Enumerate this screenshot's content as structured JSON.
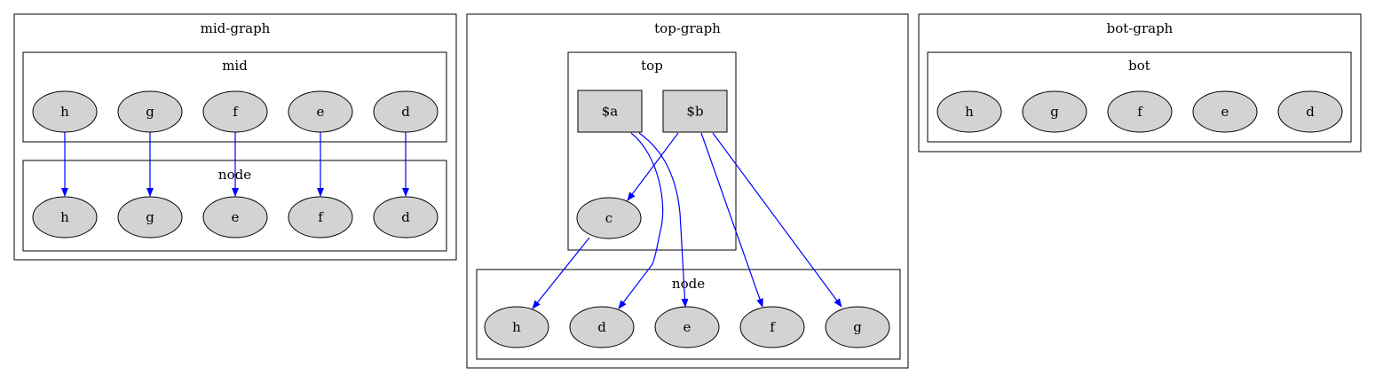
{
  "colors": {
    "node_fill": "#d3d3d3",
    "edge": "#0000ff",
    "border": "#000000",
    "background": "#ffffff"
  },
  "graphs": [
    {
      "id": "mid",
      "label": "mid-graph",
      "subgraphs": [
        {
          "id": "mid-inner",
          "label": "mid",
          "nodes": [
            {
              "id": "mid_h",
              "label": "h",
              "shape": "ellipse"
            },
            {
              "id": "mid_g",
              "label": "g",
              "shape": "ellipse"
            },
            {
              "id": "mid_f",
              "label": "f",
              "shape": "ellipse"
            },
            {
              "id": "mid_e",
              "label": "e",
              "shape": "ellipse"
            },
            {
              "id": "mid_d",
              "label": "d",
              "shape": "ellipse"
            }
          ]
        },
        {
          "id": "mid-node",
          "label": "node",
          "nodes": [
            {
              "id": "midn_h",
              "label": "h",
              "shape": "ellipse"
            },
            {
              "id": "midn_g",
              "label": "g",
              "shape": "ellipse"
            },
            {
              "id": "midn_e",
              "label": "e",
              "shape": "ellipse"
            },
            {
              "id": "midn_f",
              "label": "f",
              "shape": "ellipse"
            },
            {
              "id": "midn_d",
              "label": "d",
              "shape": "ellipse"
            }
          ]
        }
      ],
      "edges": [
        {
          "from": "mid_h",
          "to": "midn_h"
        },
        {
          "from": "mid_g",
          "to": "midn_g"
        },
        {
          "from": "mid_f",
          "to": "midn_e"
        },
        {
          "from": "mid_e",
          "to": "midn_f"
        },
        {
          "from": "mid_d",
          "to": "midn_d"
        }
      ]
    },
    {
      "id": "top",
      "label": "top-graph",
      "subgraphs": [
        {
          "id": "top-inner",
          "label": "top",
          "nodes": [
            {
              "id": "top_a",
              "label": "$a",
              "shape": "box"
            },
            {
              "id": "top_b",
              "label": "$b",
              "shape": "box"
            },
            {
              "id": "top_c",
              "label": "c",
              "shape": "ellipse"
            }
          ]
        },
        {
          "id": "top-node",
          "label": "node",
          "nodes": [
            {
              "id": "topn_h",
              "label": "h",
              "shape": "ellipse"
            },
            {
              "id": "topn_d",
              "label": "d",
              "shape": "ellipse"
            },
            {
              "id": "topn_e",
              "label": "e",
              "shape": "ellipse"
            },
            {
              "id": "topn_f",
              "label": "f",
              "shape": "ellipse"
            },
            {
              "id": "topn_g",
              "label": "g",
              "shape": "ellipse"
            }
          ]
        }
      ],
      "edges": [
        {
          "from": "top_b",
          "to": "top_c"
        },
        {
          "from": "top_c",
          "to": "topn_h"
        },
        {
          "from": "top_a",
          "to": "topn_d"
        },
        {
          "from": "top_a",
          "to": "topn_e"
        },
        {
          "from": "top_b",
          "to": "topn_f"
        },
        {
          "from": "top_b",
          "to": "topn_g"
        }
      ]
    },
    {
      "id": "bot",
      "label": "bot-graph",
      "subgraphs": [
        {
          "id": "bot-inner",
          "label": "bot",
          "nodes": [
            {
              "id": "bot_h",
              "label": "h",
              "shape": "ellipse"
            },
            {
              "id": "bot_g",
              "label": "g",
              "shape": "ellipse"
            },
            {
              "id": "bot_f",
              "label": "f",
              "shape": "ellipse"
            },
            {
              "id": "bot_e",
              "label": "e",
              "shape": "ellipse"
            },
            {
              "id": "bot_d",
              "label": "d",
              "shape": "ellipse"
            }
          ]
        }
      ],
      "edges": []
    }
  ]
}
